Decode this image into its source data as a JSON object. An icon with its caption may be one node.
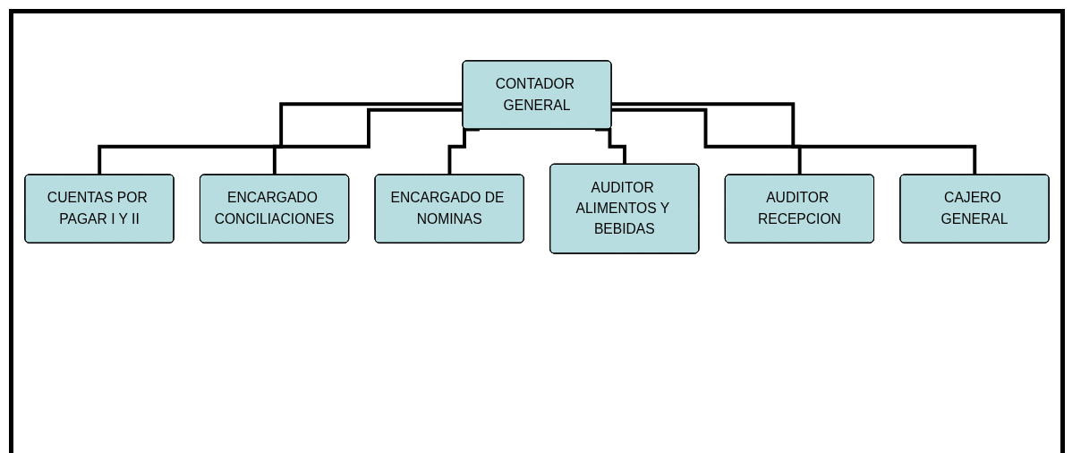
{
  "diagram": {
    "nodes": [
      {
        "text": [
          "CONTADOR GENERAL"
        ]
      },
      {
        "text": [
          "CUENTAS POR PAGAR I Y II"
        ]
      },
      {
        "text": [
          "ENCARGADO CONCILIACIONES"
        ]
      },
      {
        "text": [
          "ENCARGADO DE NOMINAS"
        ]
      },
      {
        "text": [
          "AUDITOR ALIMENTOS Y BEBIDAS"
        ]
      },
      {
        "text": [
          "AUDITOR RECEPCION"
        ]
      },
      {
        "text": [
          "CAJERO GENERAL"
        ]
      }
    ],
    "edges": [
      {
        "from": 0,
        "to": 1,
        "arrow": "none"
      },
      {
        "from": 0,
        "to": 2,
        "arrow": "none"
      },
      {
        "from": 0,
        "to": 3,
        "arrow": "none"
      },
      {
        "from": 0,
        "to": 4,
        "arrow": "none"
      },
      {
        "from": 0,
        "to": 5,
        "arrow": "none"
      },
      {
        "from": 0,
        "to": 6,
        "arrow": "none"
      }
    ]
  }
}
